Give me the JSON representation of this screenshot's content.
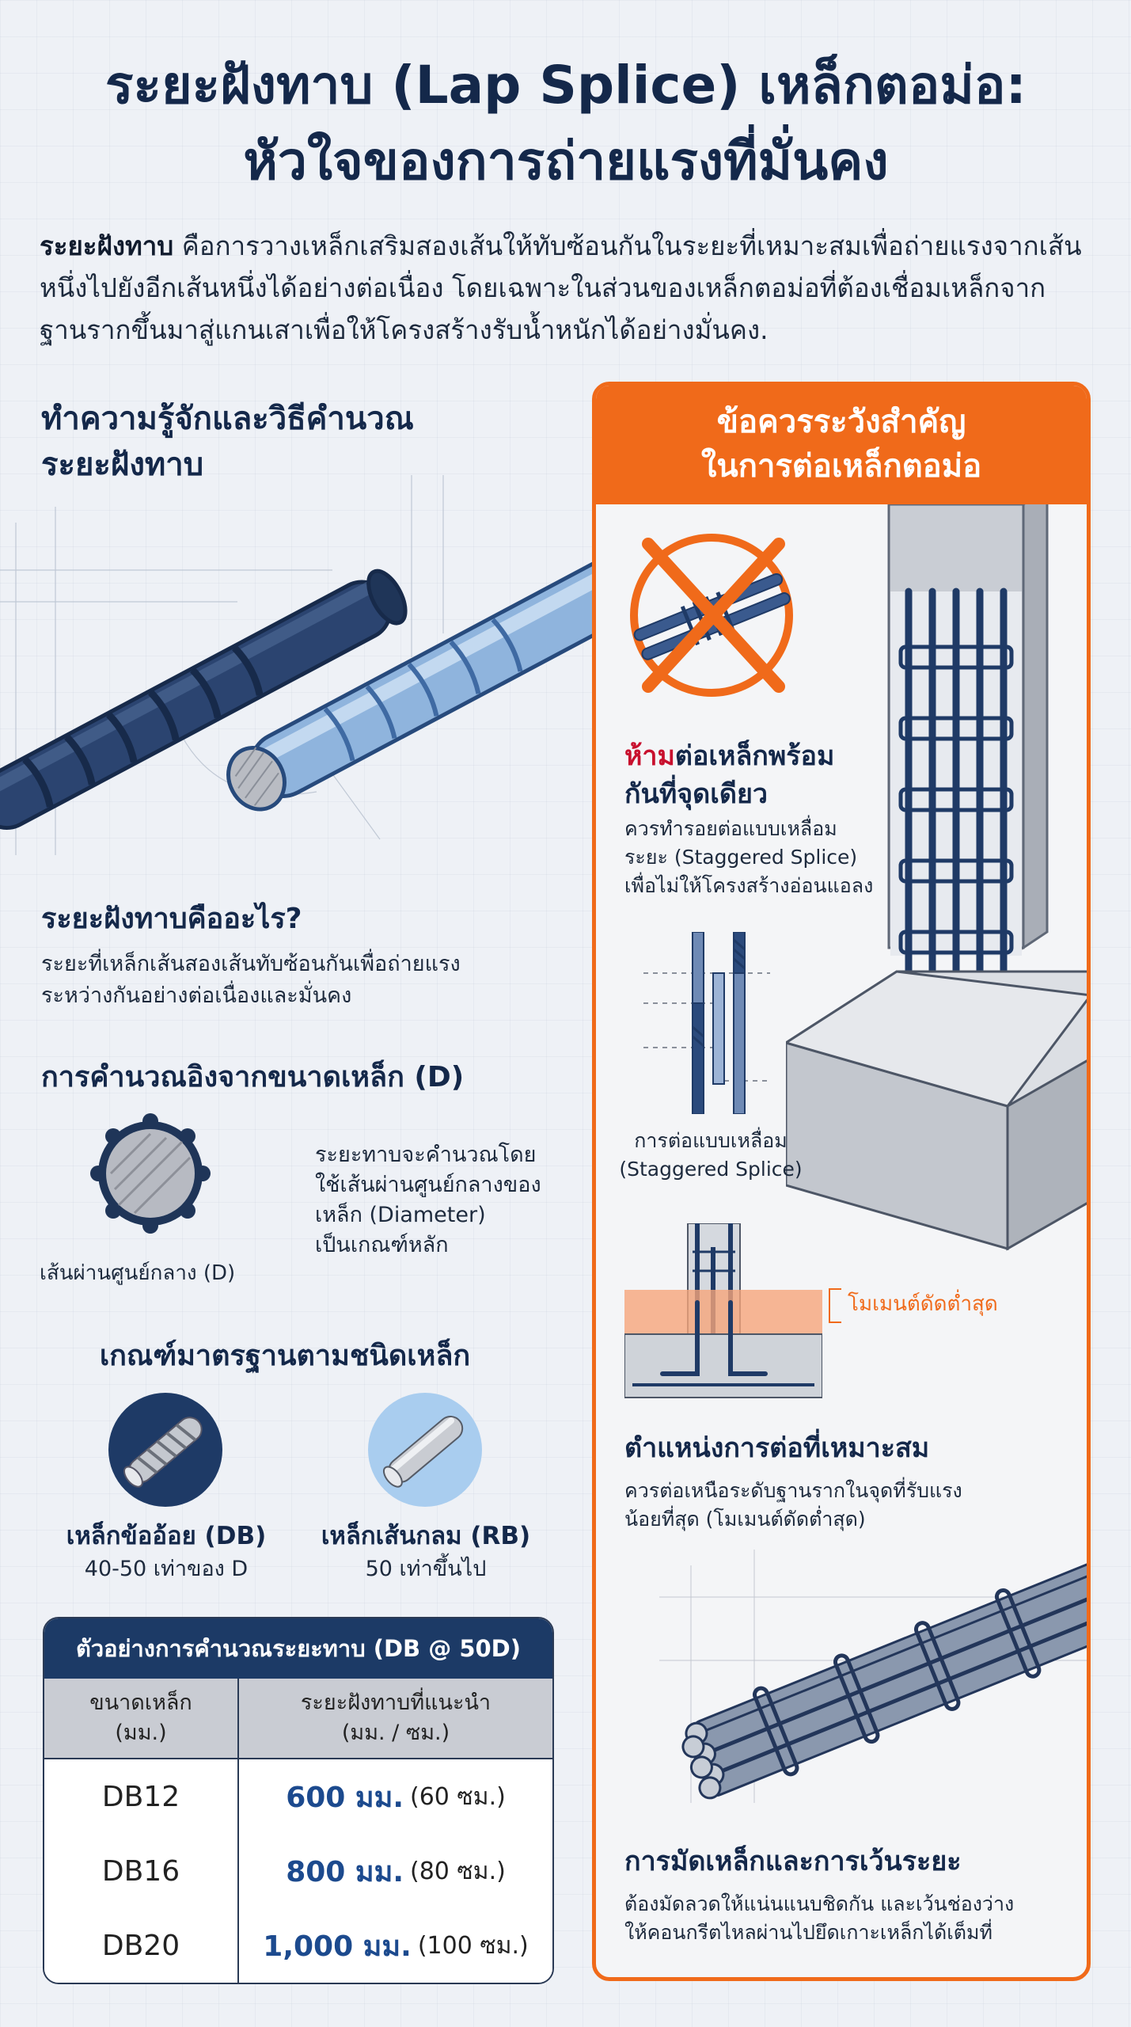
{
  "title": {
    "line1": "ระยะฝังทาบ (Lap Splice) เหล็กตอม่อ:",
    "line2": "หัวใจของการถ่ายแรงที่มั่นคง"
  },
  "intro": {
    "lead": "ระยะฝังทาบ",
    "text": " คือการวางเหล็กเสริมสองเส้นให้ทับซ้อนกันในระยะที่เหมาะสมเพื่อถ่ายแรงจากเส้นหนึ่งไปยังอีกเส้นหนึ่งได้อย่างต่อเนื่อง โดยเฉพาะในส่วนของเหล็กตอม่อที่ต้องเชื่อมเหล็กจากฐานรากขึ้นมาสู่แกนเสาเพื่อให้โครงสร้างรับน้ำหนักได้อย่างมั่นคง."
  },
  "left": {
    "section_title": {
      "line1": "ทำความรู้จักและวิธีคำนวณ",
      "line2": "ระยะฝังทาบ"
    },
    "what": {
      "title": "ระยะฝังทาบคืออะไร?",
      "line1": "ระยะที่เหล็กเส้นสองเส้นทับซ้อนกันเพื่อถ่ายแรง",
      "line2": "ระหว่างกันอย่างต่อเนื่องและมั่นคง"
    },
    "calc": {
      "title": "การคำนวณอิงจากขนาดเหล็ก (D)",
      "desc1": "ระยะทาบจะคำนวณโดย",
      "desc2": "ใช้เส้นผ่านศูนย์กลางของ",
      "desc3": "เหล็ก (Diameter)",
      "desc4": "เป็นเกณฑ์หลัก",
      "diameter_label": "เส้นผ่านศูนย์กลาง (D)"
    },
    "standard": {
      "title": "เกณฑ์มาตรฐานตามชนิดเหล็ก",
      "db_name": "เหล็กข้ออ้อย (DB)",
      "db_rule": "40-50 เท่าของ D",
      "rb_name": "เหล็กเส้นกลม (RB)",
      "rb_rule": "50 เท่าขึ้นไป"
    },
    "table": {
      "caption": "ตัวอย่างการคำนวณระยะทาบ (DB @ 50D)",
      "header_col1": "ขนาดเหล็ก\n(มม.)",
      "header_col2": "ระยะฝังทาบที่แนะนำ\n(มม. / ซม.)",
      "rows": [
        {
          "size": "DB12",
          "value": "600 มม.",
          "cm": "(60 ซม.)"
        },
        {
          "size": "DB16",
          "value": "800 มม.",
          "cm": "(80 ซม.)"
        },
        {
          "size": "DB20",
          "value": "1,000 มม.",
          "cm": "(100 ซม.)"
        }
      ]
    }
  },
  "right": {
    "header": {
      "line1": "ข้อควรระวังสำคัญ",
      "line2": "ในการต่อเหล็กตอม่อ"
    },
    "ban": {
      "title_red": "ห้าม",
      "title_rest": "ต่อเหล็กพร้อม",
      "title_line2": "กันที่จุดเดียว",
      "line1": "ควรทำรอยต่อแบบเหลื่อม",
      "line2": "ระยะ (Staggered Splice)",
      "line3": "เพื่อไม่ให้โครงสร้างอ่อนแอลง"
    },
    "staggered_caption": {
      "line1": "การต่อแบบเหลื่อม",
      "line2": "(Staggered Splice)"
    },
    "moment_label": "โมเมนต์ดัดต่ำสุด",
    "position": {
      "title": "ตำแหน่งการต่อที่เหมาะสม",
      "line1": "ควรต่อเหนือระดับฐานรากในจุดที่รับแรง",
      "line2": "น้อยที่สุด (โมเมนต์ดัดต่ำสุด)"
    },
    "tying": {
      "title": "การมัดเหล็กและการเว้นระยะ",
      "line1": "ต้องมัดลวดให้แน่นแนบชิดกัน และเว้นช่องว่าง",
      "line2": "ให้คอนกรีตไหลผ่านไปยึดเกาะเหล็กได้เต็มที่"
    }
  },
  "colors": {
    "navy": "#14284a",
    "orange": "#f06a1a",
    "blue_value": "#1c4a8e",
    "red": "#c8102e"
  }
}
